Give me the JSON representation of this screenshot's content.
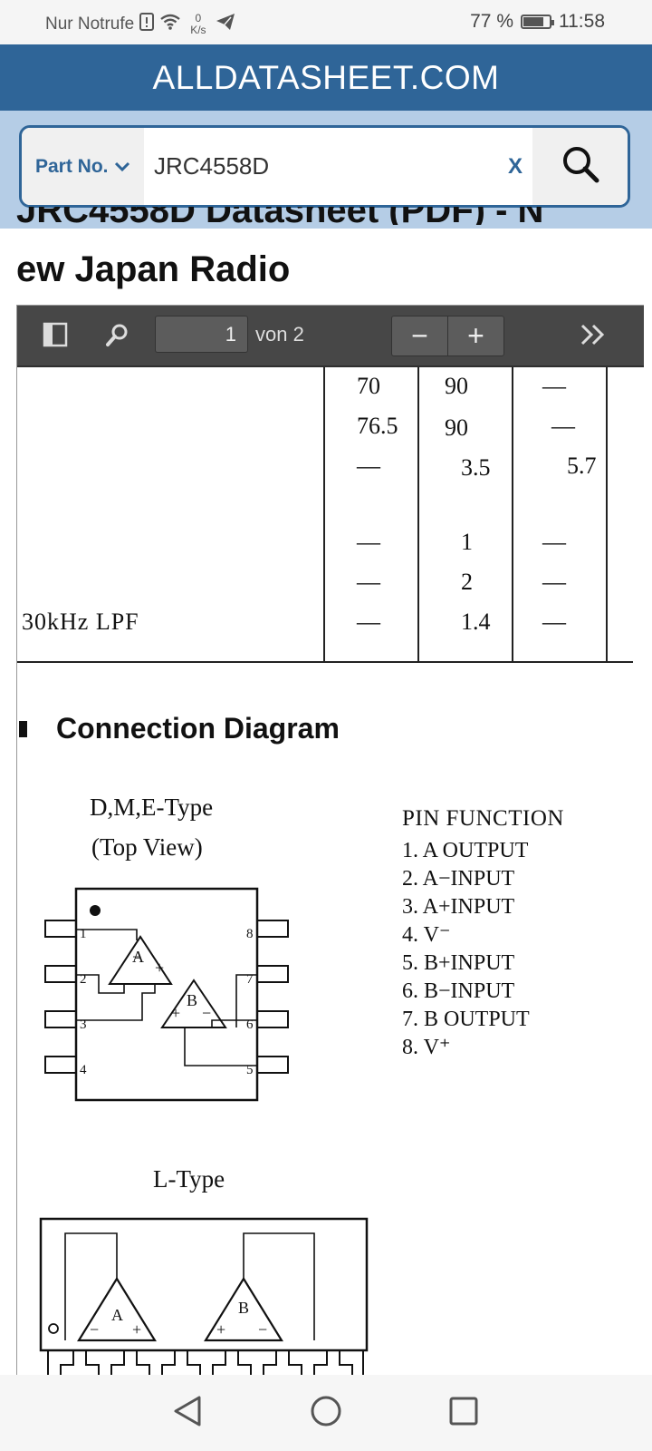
{
  "status_bar": {
    "carrier": "Nur Notrufe",
    "speed_value": "0",
    "speed_unit": "K/s",
    "battery": "77 %",
    "battery_level": 0.77,
    "time": "11:58"
  },
  "header": {
    "site": "ALLDATASHEET.COM"
  },
  "search": {
    "category_label": "Part No.",
    "query": "JRC4558D",
    "clear_label": "X"
  },
  "page_title": {
    "line1": "JRC4558D Datasheet (PDF) - N",
    "line2": "ew Japan Radio"
  },
  "pdf_toolbar": {
    "page_current": "1",
    "page_count": "von 2",
    "zoom_out": "−",
    "zoom_in": "+"
  },
  "doc": {
    "table": {
      "rows": [
        {
          "label": "",
          "c1": "70",
          "c2": "90",
          "c3": "—"
        },
        {
          "label": "",
          "c1": "76.5",
          "c2": "90",
          "c3": "—"
        },
        {
          "label": "",
          "c1": "—",
          "c2": "3.5",
          "c3": "5.7"
        },
        {
          "label": "",
          "c1": "—",
          "c2": "1",
          "c3": "—"
        },
        {
          "label": "",
          "c1": "—",
          "c2": "2",
          "c3": "—"
        },
        {
          "label": "30kHz LPF",
          "c1": "—",
          "c2": "1.4",
          "c3": "—"
        }
      ]
    },
    "section_title": "Connection Diagram",
    "dip": {
      "type_label": "D,M,E-Type",
      "view_label": "(Top View)",
      "amp_a": "A",
      "amp_b": "B",
      "pins_left": [
        "1",
        "2",
        "3",
        "4"
      ],
      "pins_right": [
        "8",
        "7",
        "6",
        "5"
      ]
    },
    "pin_function": {
      "title": "PIN FUNCTION",
      "items": [
        "1. A OUTPUT",
        "2. A−INPUT",
        "3. A+INPUT",
        "4. V⁻",
        "5. B+INPUT",
        "6. B−INPUT",
        "7. B OUTPUT",
        "8. V⁺"
      ]
    },
    "ltype": {
      "type_label": "L-Type",
      "amp_a": "A",
      "amp_b": "B"
    }
  }
}
